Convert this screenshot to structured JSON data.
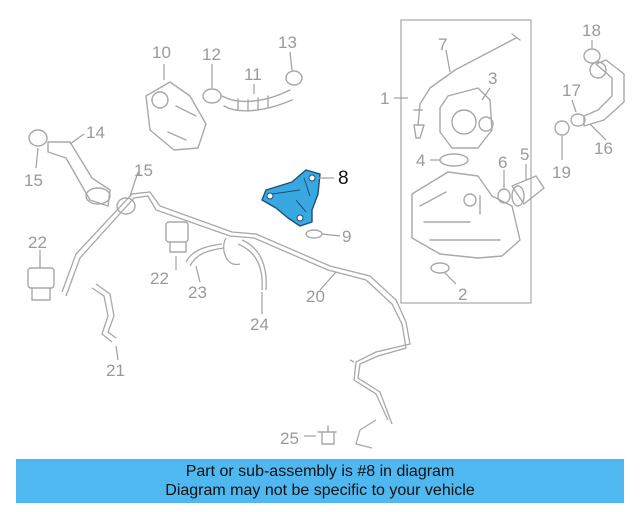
{
  "banner": {
    "line1": "Part or sub-assembly is #8 in diagram",
    "line2": "Diagram may not be specific to your vehicle",
    "bg_color": "#4fb8f0"
  },
  "highlight": {
    "part_number": "8",
    "color": "#3aa8e0"
  },
  "callouts": {
    "c1": "1",
    "c2": "2",
    "c3": "3",
    "c4": "4",
    "c5": "5",
    "c6": "6",
    "c7": "7",
    "c8": "8",
    "c9": "9",
    "c10": "10",
    "c11": "11",
    "c12": "12",
    "c13": "13",
    "c14": "14",
    "c15a": "15",
    "c15b": "15",
    "c16": "16",
    "c17": "17",
    "c18": "18",
    "c19": "19",
    "c20": "20",
    "c21": "21",
    "c22a": "22",
    "c22b": "22",
    "c23": "23",
    "c24": "24",
    "c25": "25"
  }
}
